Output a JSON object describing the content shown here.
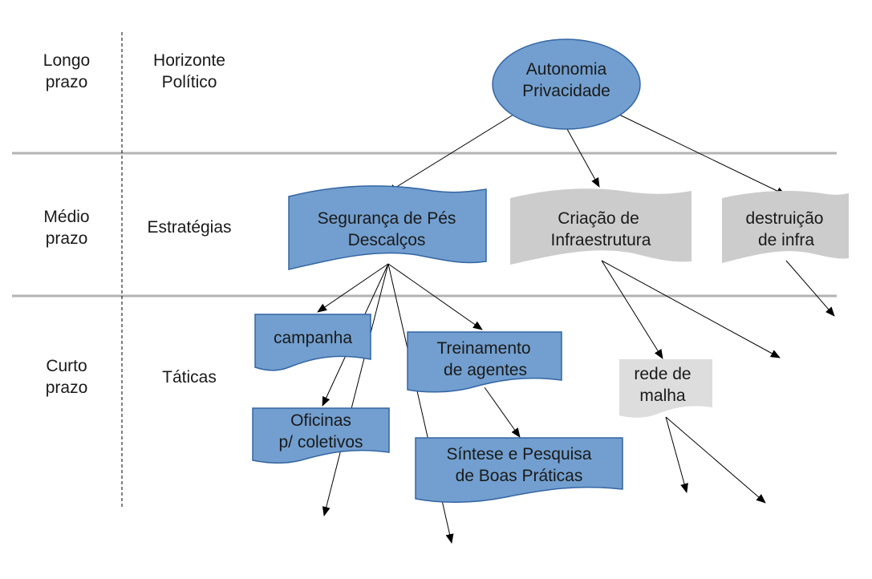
{
  "colors": {
    "blue_fill": "#729fcf",
    "blue_stroke": "#3465a4",
    "gray_fill": "#cccccc",
    "light_gray_fill": "#dddddd",
    "band_line": "#b3b3b3",
    "arrow": "#000000",
    "text": "#1a1a1a"
  },
  "rows": [
    {
      "term": [
        "Longo",
        "prazo"
      ],
      "level": [
        "Horizonte",
        "Político"
      ]
    },
    {
      "term": [
        "Médio",
        "prazo"
      ],
      "level": [
        "Estratégias"
      ]
    },
    {
      "term": [
        "Curto",
        "prazo"
      ],
      "level": [
        "Táticas"
      ]
    }
  ],
  "goal": {
    "lines": [
      "Autonomia",
      "Privacidade"
    ]
  },
  "strategies": [
    {
      "id": "seguranca",
      "lines": [
        "Segurança de Pés",
        "Descalços"
      ],
      "color": "blue"
    },
    {
      "id": "criacao",
      "lines": [
        "Criação de",
        "Infraestrutura"
      ],
      "color": "gray"
    },
    {
      "id": "destruicao",
      "lines": [
        "destruição",
        "de infra"
      ],
      "color": "gray"
    }
  ],
  "tactics": [
    {
      "id": "campanha",
      "lines": [
        "campanha"
      ],
      "color": "blue"
    },
    {
      "id": "oficinas",
      "lines": [
        "Oficinas",
        "p/ coletivos"
      ],
      "color": "blue"
    },
    {
      "id": "treinamento",
      "lines": [
        "Treinamento",
        "de agentes"
      ],
      "color": "blue"
    },
    {
      "id": "sintese",
      "lines": [
        "Síntese e Pesquisa",
        "de Boas Práticas"
      ],
      "color": "blue"
    },
    {
      "id": "rede",
      "lines": [
        "rede de",
        "malha"
      ],
      "color": "light_gray"
    }
  ]
}
